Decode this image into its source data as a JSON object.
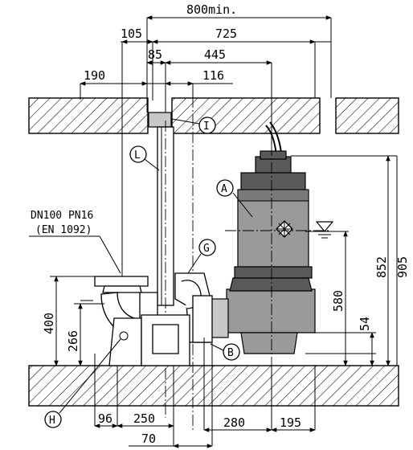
{
  "dimensions": {
    "top_clearance": "800min.",
    "offset_105": "105",
    "width_725": "725",
    "offset_85": "85",
    "width_445": "445",
    "offset_190": "190",
    "offset_116": "116",
    "height_400": "400",
    "height_266": "266",
    "height_580": "580",
    "height_54": "54",
    "height_852": "852",
    "height_905": "905",
    "bottom_96": "96",
    "bottom_250": "250",
    "bottom_70": "70",
    "bottom_280": "280",
    "bottom_195": "195"
  },
  "outlet_note": {
    "line1": "DN100 PN16",
    "line2": "(EN 1092)"
  },
  "callouts": {
    "A": "A",
    "B": "B",
    "G": "G",
    "H": "H",
    "I": "I",
    "L": "L"
  },
  "colors": {
    "pump_body": "#9a9a9a",
    "pump_light": "#c8c8c8",
    "pump_dark": "#5a5a5a",
    "line": "#000000"
  }
}
